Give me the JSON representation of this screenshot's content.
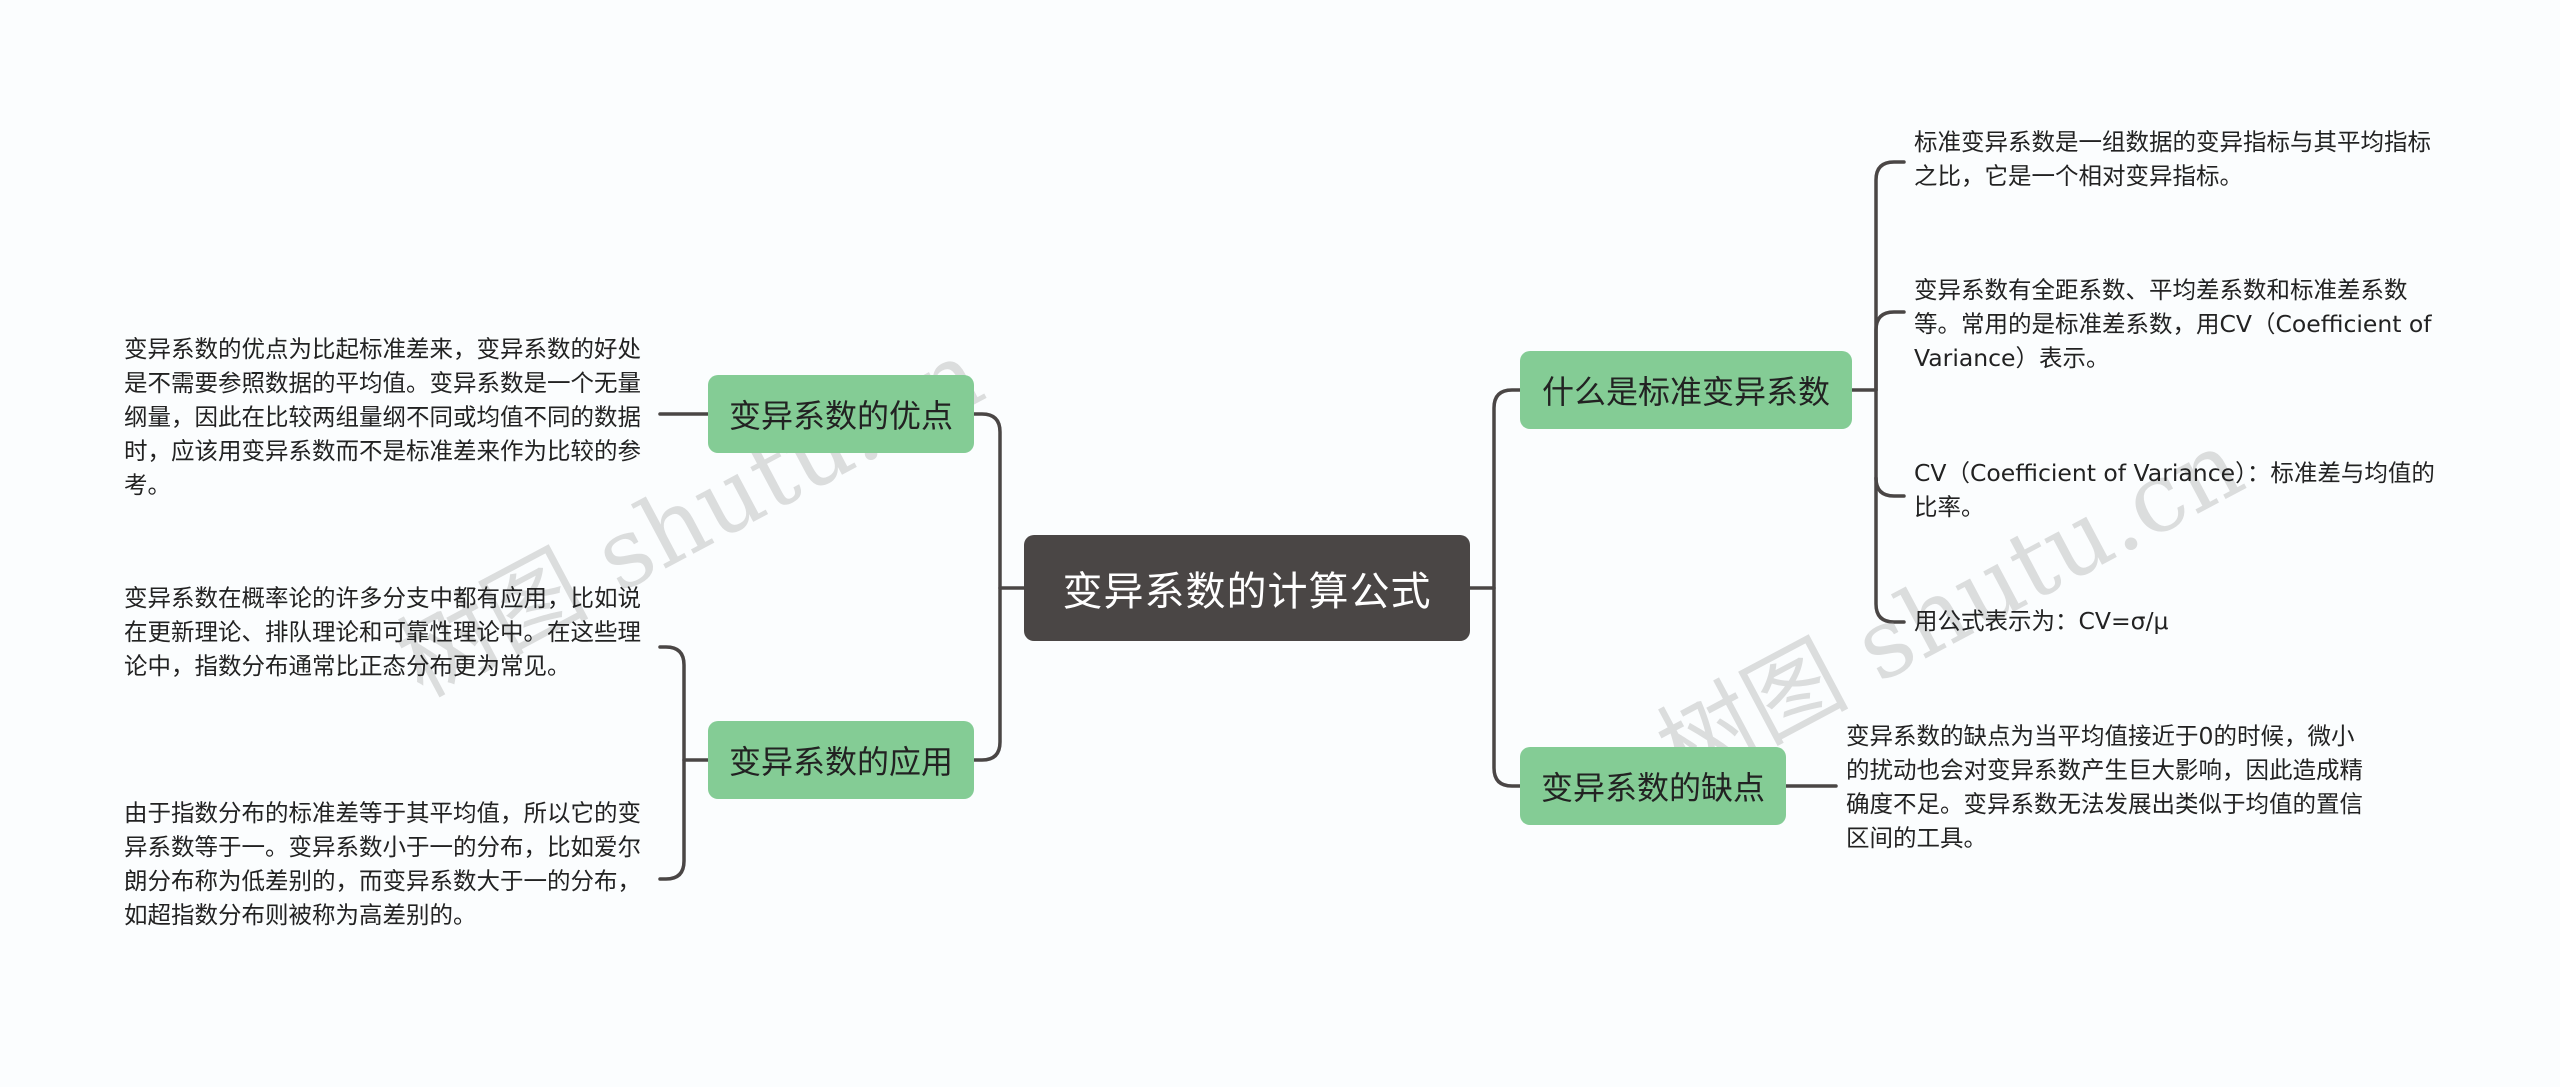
{
  "root": {
    "label": "变异系数的计算公式"
  },
  "branches": {
    "what": {
      "label": "什么是标准变异系数",
      "leaves": [
        "标准变异系数是一组数据的变异指标与其平均指标之比，它是一个相对变异指标。",
        "变异系数有全距系数、平均差系数和标准差系数等。常用的是标准差系数，用CV（Coefficient of Variance）表示。",
        "CV（Coefficient of Variance）：标准差与均值的比率。",
        "用公式表示为：CV=σ/μ"
      ]
    },
    "cons": {
      "label": "变异系数的缺点",
      "leaves": [
        "变异系数的缺点为当平均值接近于0的时候，微小的扰动也会对变异系数产生巨大影响，因此造成精确度不足。变异系数无法发展出类似于均值的置信区间的工具。"
      ]
    },
    "pros": {
      "label": "变异系数的优点",
      "leaves": [
        "变异系数的优点为比起标准差来，变异系数的好处是不需要参照数据的平均值。变异系数是一个无量纲量，因此在比较两组量纲不同或均值不同的数据时，应该用变异系数而不是标准差来作为比较的参考。"
      ]
    },
    "apps": {
      "label": "变异系数的应用",
      "leaves": [
        "变异系数在概率论的许多分支中都有应用，比如说在更新理论、排队理论和可靠性理论中。在这些理论中，指数分布通常比正态分布更为常见。",
        "由于指数分布的标准差等于其平均值，所以它的变异系数等于一。变异系数小于一的分布，比如爱尔朗分布称为低差别的，而变异系数大于一的分布，如超指数分布则被称为高差别的。"
      ]
    }
  },
  "watermarks": [
    "树图 shutu.cn",
    "树图 shutu.cn"
  ],
  "colors": {
    "root_bg": "#4a4645",
    "branch_bg": "#84cc95",
    "line": "#4a4645",
    "background": "#fbfdfe"
  }
}
